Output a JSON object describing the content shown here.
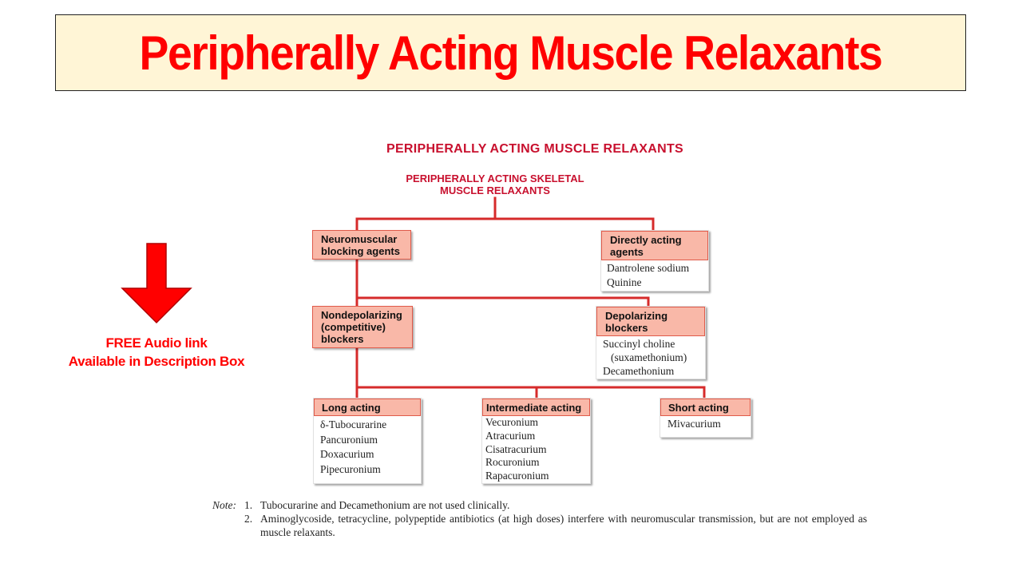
{
  "banner": {
    "title": "Peripherally Acting Muscle Relaxants"
  },
  "audio_notice": {
    "line1": "FREE Audio link",
    "line2": "Available in Description Box"
  },
  "diagram": {
    "title": "PERIPHERALLY ACTING MUSCLE RELAXANTS",
    "root": {
      "line1": "PERIPHERALLY ACTING SKELETAL",
      "line2": "MUSCLE RELAXANTS"
    },
    "neuromuscular": {
      "line1": "Neuromuscular",
      "line2": "blocking agents"
    },
    "direct": {
      "line1": "Directly acting",
      "line2": "agents",
      "items": [
        "Dantrolene sodium",
        "Quinine"
      ]
    },
    "nondepolarizing": {
      "line1": "Nondepolarizing",
      "line2": "(competitive)",
      "line3": "blockers"
    },
    "depolarizing": {
      "line1": "Depolarizing",
      "line2": "blockers",
      "items": [
        "Succinyl choline",
        "(suxamethonium)",
        "Decamethonium"
      ]
    },
    "long_acting": {
      "label": "Long acting",
      "items": [
        "δ-Tubocurarine",
        "Pancuronium",
        "Doxacurium",
        "Pipecuronium"
      ]
    },
    "intermediate_acting": {
      "label": "Intermediate acting",
      "items": [
        "Vecuronium",
        "Atracurium",
        "Cisatracurium",
        "Rocuronium",
        "Rapacuronium"
      ]
    },
    "short_acting": {
      "label": "Short acting",
      "items": [
        "Mivacurium"
      ]
    }
  },
  "notes": {
    "label": "Note:",
    "items": [
      {
        "num": "1.",
        "text": "Tubocurarine and Decamethonium are not used clinically."
      },
      {
        "num": "2.",
        "text": "Aminoglycoside, tetracycline, polypeptide antibiotics (at high doses) interfere with neuromuscular transmission, but are not employed as muscle relaxants."
      }
    ]
  },
  "colors": {
    "banner_text": "#ff0000",
    "banner_bg": "#fff5d6",
    "diagram_red": "#c8102e",
    "line_red": "#d62b2b",
    "box_header": "#f9b8a8",
    "arrow": "#ff0000"
  }
}
